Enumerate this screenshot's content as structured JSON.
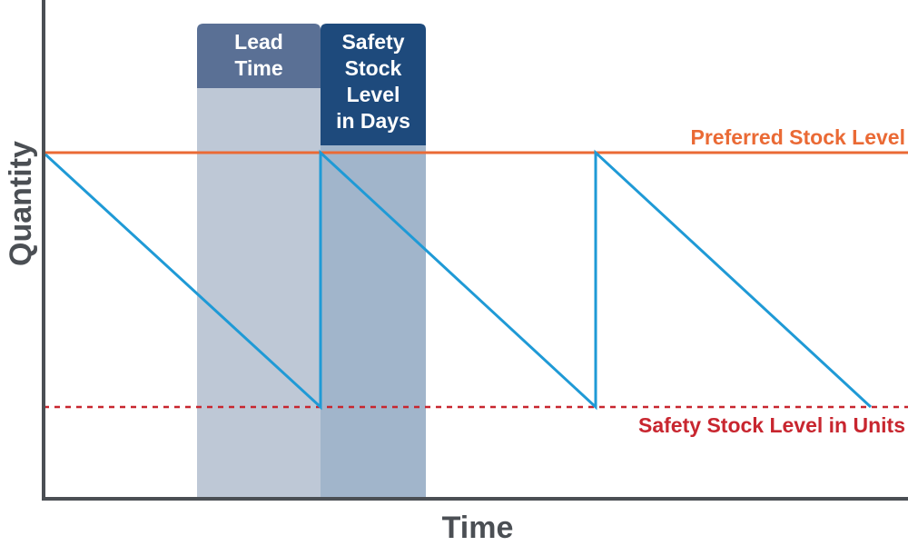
{
  "chart_data": {
    "type": "line",
    "xlabel": "Time",
    "ylabel": "Quantity",
    "preferred_stock_level_label": "Preferred Stock Level",
    "safety_stock_level_label": "Safety Stock Level in Units",
    "lead_time_label_lines": [
      "Lead",
      "Time"
    ],
    "safety_stock_days_label_lines": [
      "Safety",
      "Stock",
      "Level",
      "in Days"
    ],
    "series": [
      {
        "values": []
      }
    ],
    "colors": {
      "sawtooth": "#1f9ad6",
      "preferred_line": "#ea6a35",
      "safety_line": "#c8262f",
      "lead_time_band": "#bec8d6",
      "lead_time_header": "#5a7095",
      "safety_band": "#a1b5cb",
      "safety_header": "#1e4a7c",
      "axis": "#4b4f54"
    }
  }
}
